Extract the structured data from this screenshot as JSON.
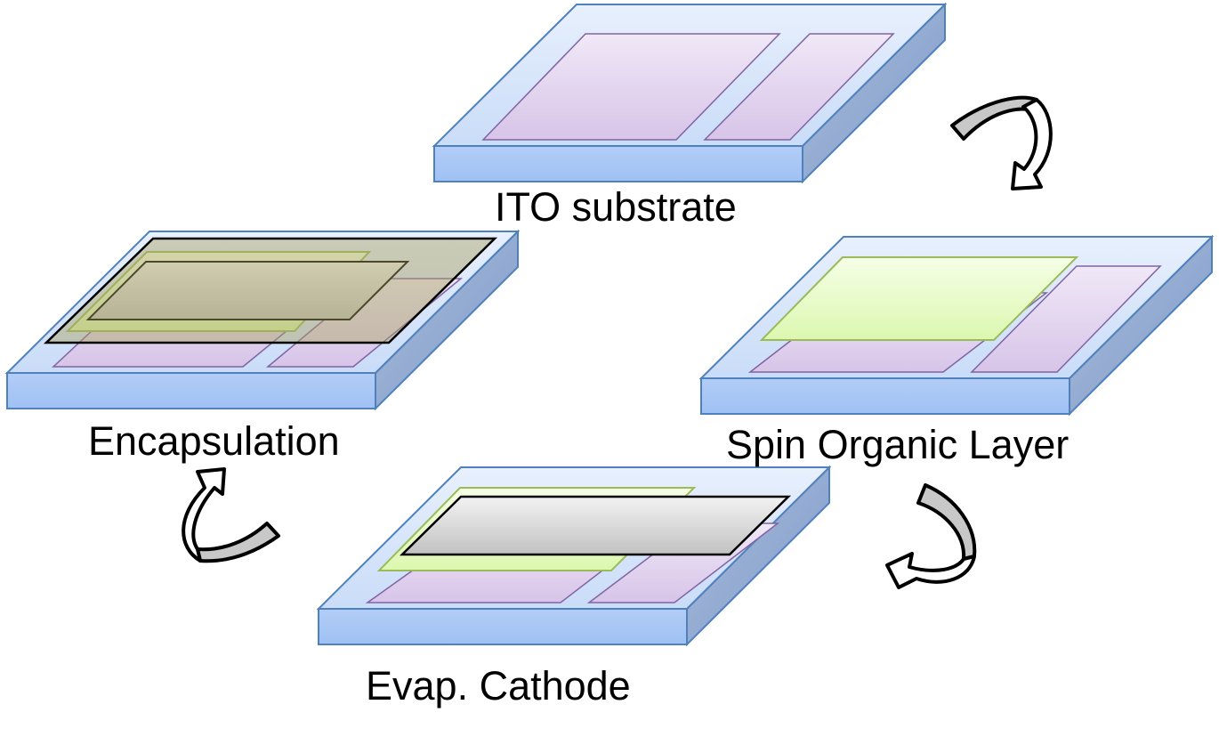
{
  "title": "OLED fabrication process cycle",
  "steps": [
    {
      "id": "ito",
      "label": "ITO substrate",
      "order": 1,
      "layers": [
        "ito-pads"
      ]
    },
    {
      "id": "spin",
      "label": "Spin Organic Layer",
      "order": 2,
      "layers": [
        "ito-pads",
        "organic"
      ]
    },
    {
      "id": "evap",
      "label": "Evap. Cathode",
      "order": 3,
      "layers": [
        "ito-pads",
        "organic",
        "cathode"
      ]
    },
    {
      "id": "encap",
      "label": "Encapsulation",
      "order": 4,
      "layers": [
        "ito-pads",
        "organic",
        "cathode",
        "encapsulation"
      ]
    }
  ],
  "arrows": [
    {
      "from": "ito",
      "to": "spin",
      "icon": "curved-arrow-icon"
    },
    {
      "from": "spin",
      "to": "evap",
      "icon": "curved-arrow-icon"
    },
    {
      "from": "evap",
      "to": "encap",
      "icon": "curved-arrow-icon"
    }
  ],
  "colors": {
    "substrate_top": "#dbe8fb",
    "substrate_front": "#a6c6f5",
    "substrate_side": "#8fa9d4",
    "substrate_stroke": "#4f81bd",
    "ito": "#dccaea",
    "ito_stroke": "#8064a2",
    "organic": "#e6fbc6",
    "organic_stroke": "#9bbb59",
    "cathode": "#d2d2d2",
    "cathode_stroke": "#000000",
    "encapsulation": "#a8a060",
    "arrow_fill": "#c8c8c8",
    "arrow_stroke": "#000000"
  }
}
